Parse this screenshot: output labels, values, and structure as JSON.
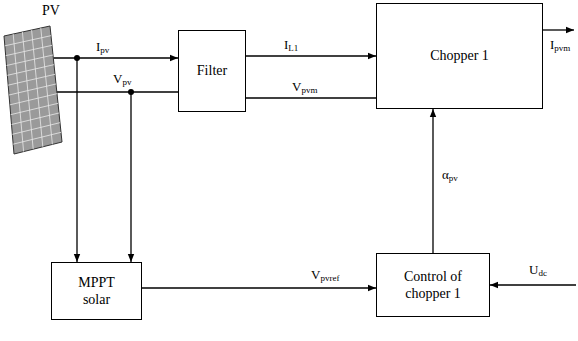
{
  "diagram": {
    "nodes": [
      {
        "text": [
          "PV"
        ]
      },
      {
        "text": [
          "Filter"
        ]
      },
      {
        "text": [
          "Chopper 1"
        ]
      },
      {
        "text": [
          "MPPT solar"
        ]
      },
      {
        "text": [
          "Control of chopper 1"
        ]
      }
    ],
    "edges": [
      {
        "from": 0,
        "to": 1,
        "arrow": "to",
        "label": "Ipv"
      },
      {
        "from": 0,
        "to": 1,
        "arrow": "none",
        "label": "Vpv"
      },
      {
        "from": 0,
        "to": 3,
        "arrow": "to"
      },
      {
        "from": 0,
        "to": 3,
        "arrow": "to"
      },
      {
        "from": 1,
        "to": 2,
        "arrow": "to",
        "label": "IL1"
      },
      {
        "from": 1,
        "to": 2,
        "arrow": "none",
        "label": "Vpvm"
      },
      {
        "from": 3,
        "to": 4,
        "arrow": "to",
        "label": "Vpvref"
      },
      {
        "from": 4,
        "to": 2,
        "arrow": "to",
        "label": "αpv"
      }
    ],
    "labels": [
      "Ipvm",
      "Udc"
    ]
  }
}
